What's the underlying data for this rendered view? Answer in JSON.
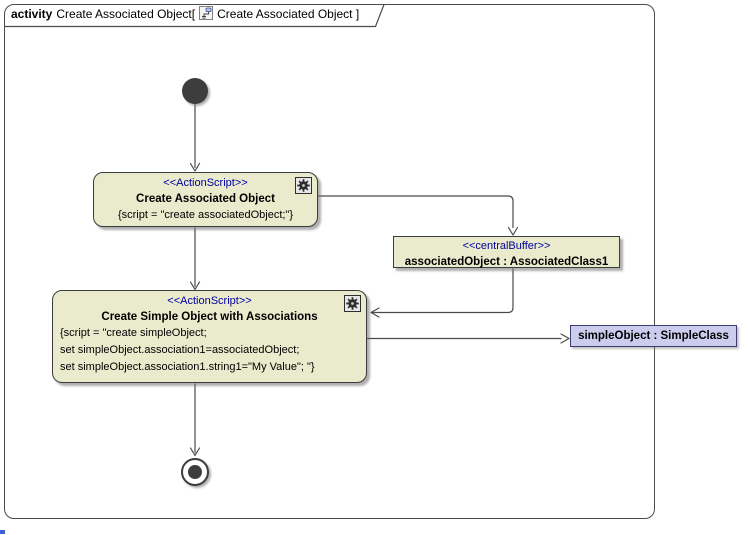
{
  "frame": {
    "keyword": "activity",
    "diagram_name": "Create Associated Object[",
    "diagram_ref": "Create Associated Object ]",
    "icon": "activity-diagram-icon"
  },
  "nodes": {
    "action_create_associated": {
      "stereotype": "<<ActionScript>>",
      "name": "Create Associated Object",
      "script_lines": [
        "{script = \"create associatedObject;\"}"
      ],
      "icon": "script-gear-icon"
    },
    "central_buffer": {
      "stereotype": "<<centralBuffer>>",
      "name": "associatedObject : AssociatedClass1"
    },
    "action_create_simple": {
      "stereotype": "<<ActionScript>>",
      "name": "Create Simple Object with Associations",
      "script_lines": [
        "{script = \"create simpleObject;",
        "set simpleObject.association1=associatedObject;",
        "set simpleObject.association1.string1=\"My Value\"; \"}"
      ],
      "icon": "script-gear-icon"
    },
    "object_simple": {
      "name": "simpleObject : SimpleClass"
    }
  },
  "colors": {
    "node_fill": "#EAEACD",
    "node_border": "#3C3C3C",
    "stereotype_text": "#0000A0",
    "object_fill": "#CCCCEE",
    "object_border": "#3E3E6E",
    "edge": "#4B4B4B",
    "shadow": "#9A9A9A"
  }
}
